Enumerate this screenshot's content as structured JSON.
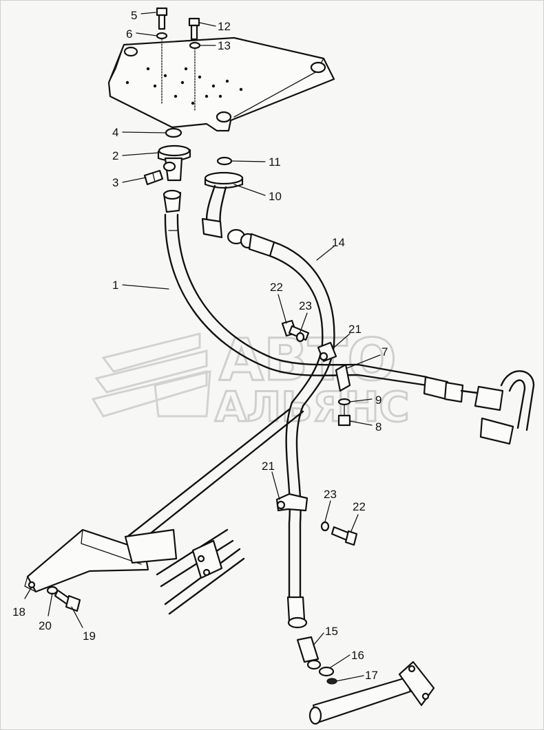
{
  "watermark": {
    "line1": "АВТО",
    "line2": "АЛЬЯНС",
    "color": "#cfcfcf"
  },
  "callouts": [
    {
      "id": "c5",
      "text": "5"
    },
    {
      "id": "c6",
      "text": "6"
    },
    {
      "id": "c12",
      "text": "12"
    },
    {
      "id": "c13",
      "text": "13"
    },
    {
      "id": "c4",
      "text": "4"
    },
    {
      "id": "c2",
      "text": "2"
    },
    {
      "id": "c3",
      "text": "3"
    },
    {
      "id": "c11",
      "text": "11"
    },
    {
      "id": "c10",
      "text": "10"
    },
    {
      "id": "c14",
      "text": "14"
    },
    {
      "id": "c1",
      "text": "1"
    },
    {
      "id": "c22a",
      "text": "22"
    },
    {
      "id": "c23a",
      "text": "23"
    },
    {
      "id": "c21a",
      "text": "21"
    },
    {
      "id": "c7",
      "text": "7"
    },
    {
      "id": "c9",
      "text": "9"
    },
    {
      "id": "c8",
      "text": "8"
    },
    {
      "id": "c21b",
      "text": "21"
    },
    {
      "id": "c23b",
      "text": "23"
    },
    {
      "id": "c22b",
      "text": "22"
    },
    {
      "id": "c18",
      "text": "18"
    },
    {
      "id": "c20",
      "text": "20"
    },
    {
      "id": "c19",
      "text": "19"
    },
    {
      "id": "c15",
      "text": "15"
    },
    {
      "id": "c16",
      "text": "16"
    },
    {
      "id": "c17",
      "text": "17"
    }
  ]
}
